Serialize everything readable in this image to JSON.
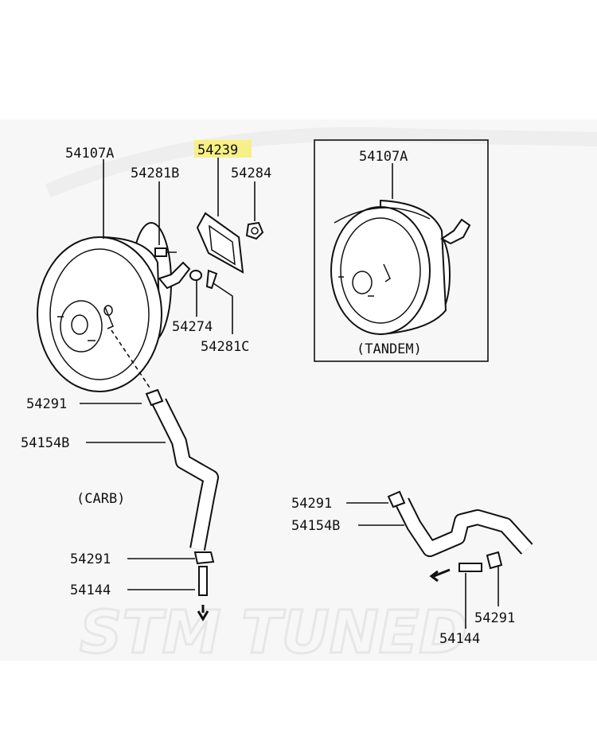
{
  "watermark": "STM TUNED",
  "highlight_color": "#f6f08a",
  "labels": {
    "booster_main": "54107A",
    "bolt_b": "54281B",
    "gasket": "54239",
    "nut": "54284",
    "washer": "54274",
    "pin_c": "54281C",
    "booster_tandem": "54107A",
    "tandem_caption": "(TANDEM)",
    "clamp_upper_left": "54291",
    "hose_left": "54154B",
    "carb_caption": "(CARB)",
    "clamp_lower_left": "54291",
    "fitting_left": "54144",
    "clamp_upper_right": "54291",
    "hose_right": "54154B",
    "clamp_lower_right": "54291",
    "fitting_right": "54144"
  }
}
